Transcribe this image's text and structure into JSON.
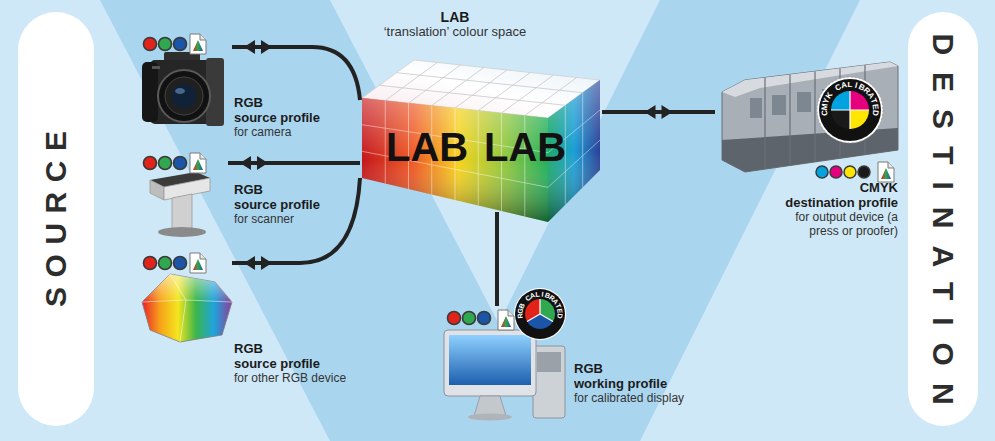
{
  "diagram": {
    "nodes": [
      {
        "text": [
          "SOURCE"
        ]
      },
      {
        "text": [
          "RGB",
          "source profile",
          "for camera"
        ]
      },
      {
        "text": [
          "RGB",
          "source profile",
          "for scanner"
        ]
      },
      {
        "text": [
          "RGB",
          "source profile",
          "for other RGB device"
        ]
      },
      {
        "text": [
          "LAB",
          "‘translation’ colour space",
          "LAB",
          "LAB"
        ]
      },
      {
        "text": [
          "RGB",
          "working profile",
          "for calibrated display"
        ]
      },
      {
        "text": [
          "CMYK",
          "destination profile",
          "for output device (a press or proofer)"
        ]
      },
      {
        "text": [
          "DESTINATION"
        ]
      }
    ],
    "edges": [
      {
        "from": 1,
        "to": 4,
        "arrow": "both"
      },
      {
        "from": 2,
        "to": 4,
        "arrow": "both"
      },
      {
        "from": 3,
        "to": 4,
        "arrow": "both"
      },
      {
        "from": 4,
        "to": 5,
        "arrow": "none"
      },
      {
        "from": 4,
        "to": 6,
        "arrow": "both"
      }
    ],
    "labels": [
      "RGB CALIBRATED",
      "CMYK CALIBRATED"
    ]
  }
}
